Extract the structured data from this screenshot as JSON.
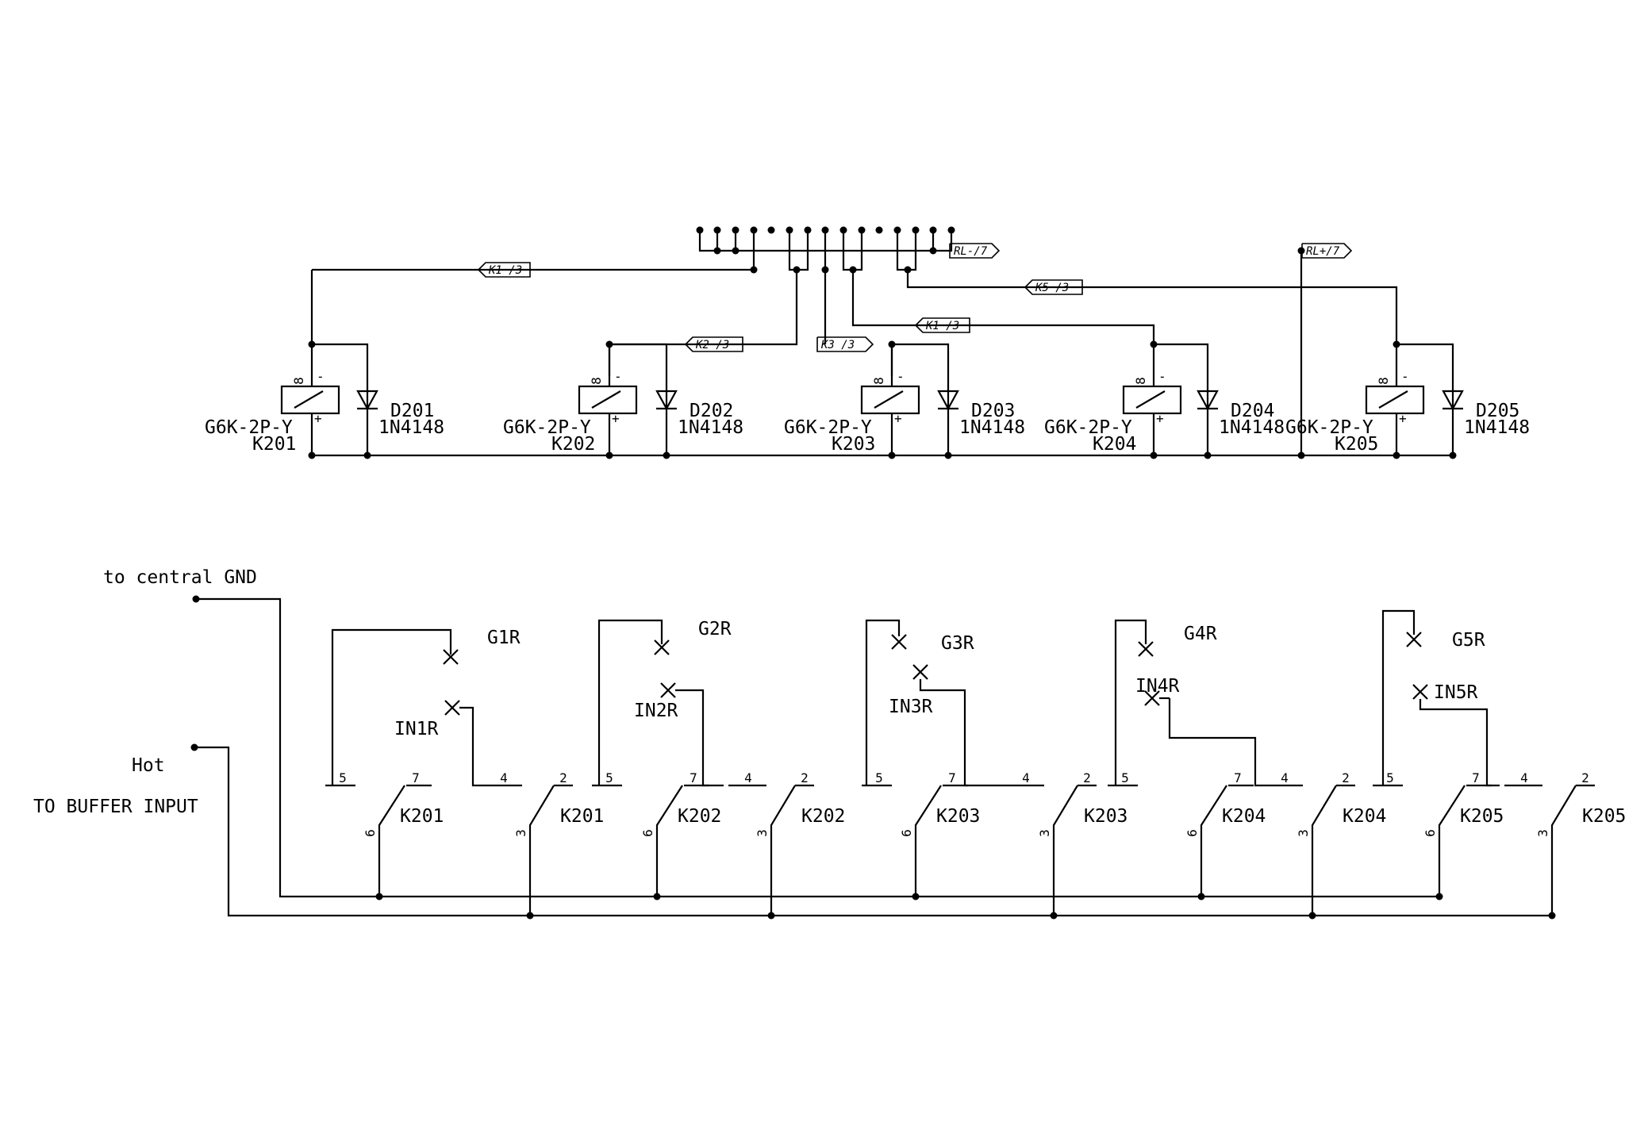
{
  "relays": [
    {
      "ref": "K201",
      "type": "G6K-2P-Y",
      "diode": "D201",
      "diode_value": "1N4148"
    },
    {
      "ref": "K202",
      "type": "G6K-2P-Y",
      "diode": "D202",
      "diode_value": "1N4148"
    },
    {
      "ref": "K203",
      "type": "G6K-2P-Y",
      "diode": "D203",
      "diode_value": "1N4148"
    },
    {
      "ref": "K204",
      "type": "G6K-2P-Y",
      "diode": "D204",
      "diode_value": "1N4148"
    },
    {
      "ref": "K205",
      "type": "G6K-2P-Y",
      "diode": "D205",
      "diode_value": "1N4148"
    }
  ],
  "coil_pins": {
    "top": "8",
    "minus": "-",
    "plus": "+"
  },
  "net_flags": [
    "K1 /3",
    "K2 /3",
    "K3 /3",
    "K1 /3",
    "K5 /3",
    "RL-/7",
    "RL+/7"
  ],
  "inputs": [
    {
      "ground": "G1R",
      "input": "IN1R"
    },
    {
      "ground": "G2R",
      "input": "IN2R"
    },
    {
      "ground": "G3R",
      "input": "IN3R"
    },
    {
      "ground": "G4R",
      "input": "IN4R"
    },
    {
      "ground": "G5R",
      "input": "IN5R"
    }
  ],
  "contact_pins": {
    "left_a": "5",
    "left_b": "7",
    "left_c": "6",
    "right_a": "4",
    "right_b": "2",
    "right_c": "3"
  },
  "labels": {
    "central_gnd": "to central GND",
    "hot": "Hot",
    "buffer": "TO BUFFER INPUT"
  }
}
